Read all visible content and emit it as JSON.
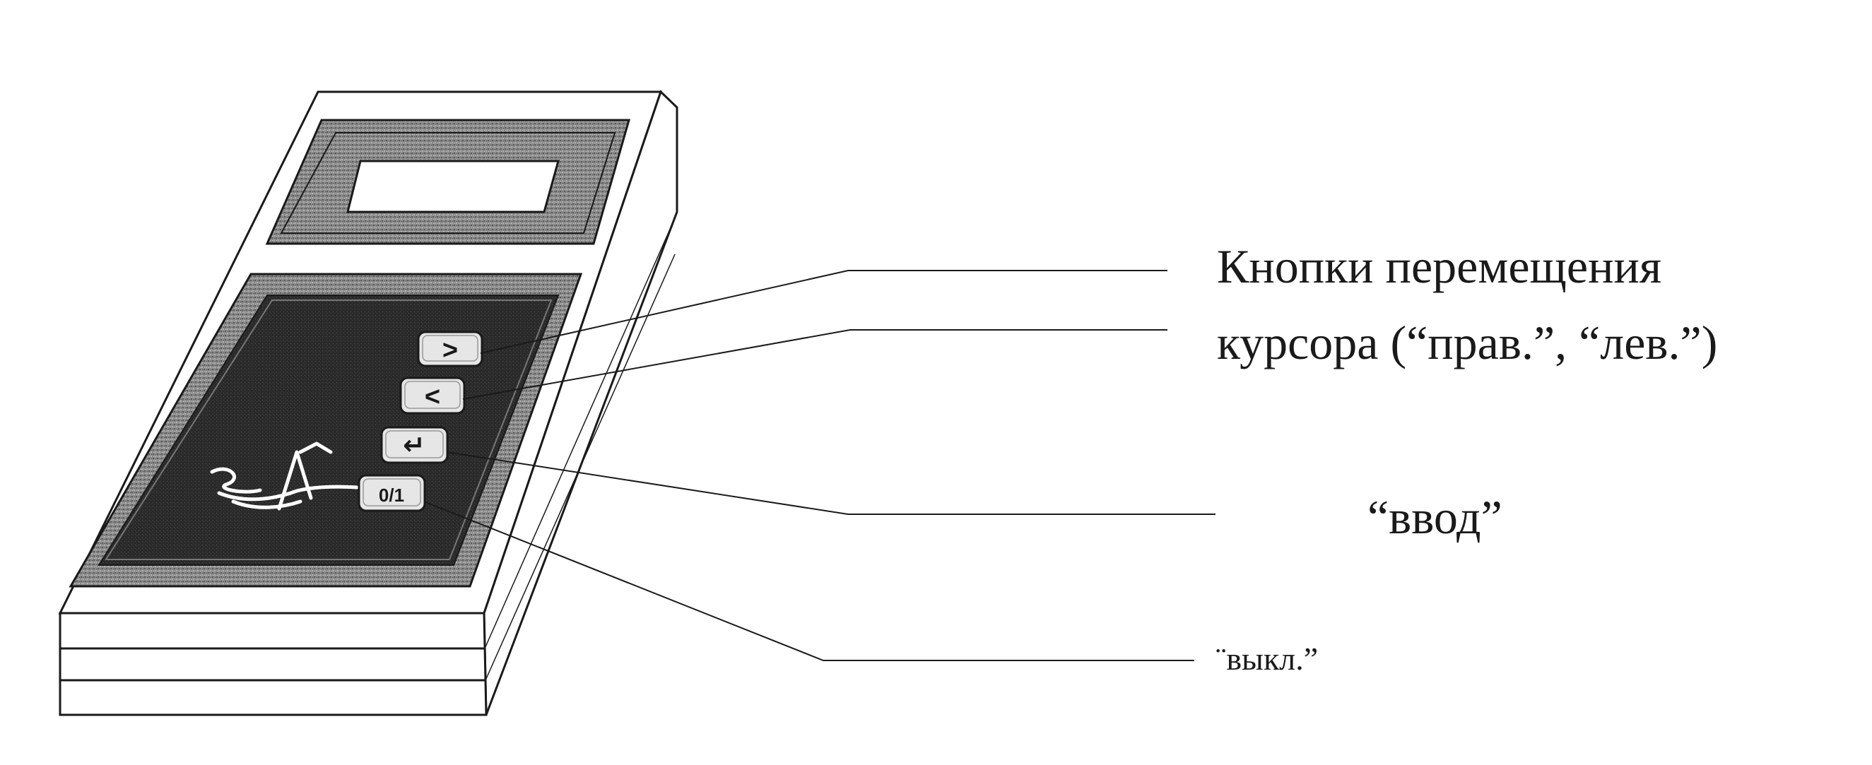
{
  "callouts": {
    "cursor_buttons": {
      "line1": "Кнопки перемещения",
      "line2": "курсора (“прав.”, “лев.”)"
    },
    "enter": "“ввод”",
    "off": "¨выкл.”"
  },
  "device": {
    "buttons": {
      "right": ">",
      "left": "<",
      "enter": "↵",
      "power": "0/1"
    }
  },
  "colors": {
    "ink": "#1a1a1a",
    "panel_dark": "#2b2b2b",
    "panel_mid": "#6a6a6a",
    "bezel_light": "#bdbdbd",
    "key_face": "#e6e6e6"
  }
}
